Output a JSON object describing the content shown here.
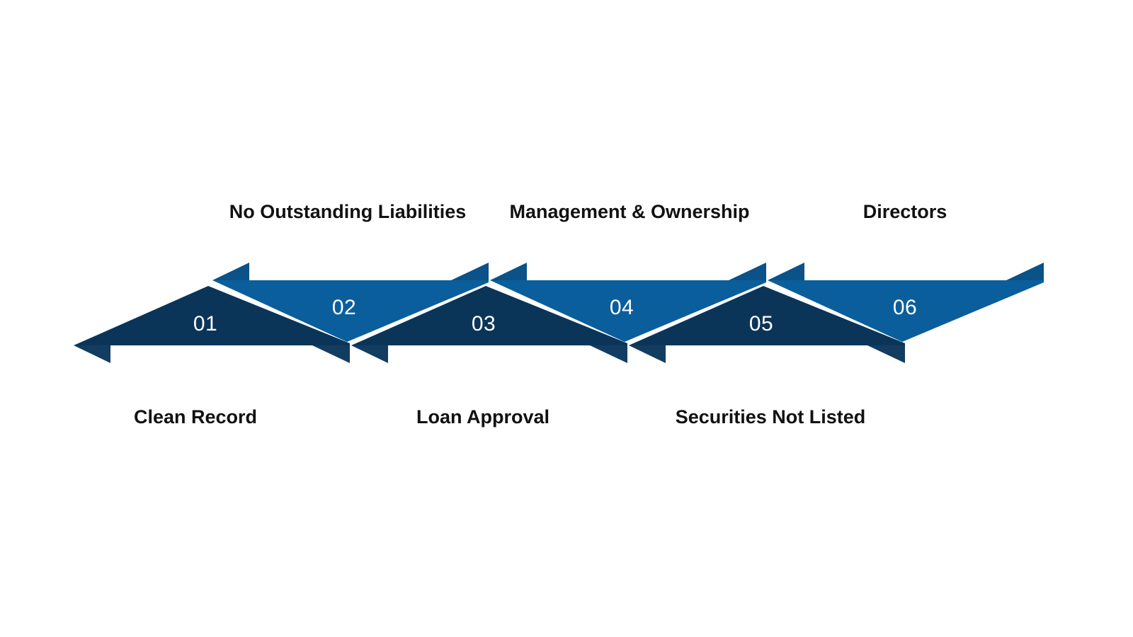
{
  "diagram": {
    "title": "Six step chevron arrow process diagram",
    "type": "zigzag-arrow-process",
    "colors": {
      "dark_arrow": "#0B3558",
      "dark_arrow_barb": "#123D61",
      "light_arrow": "#0B5E9C",
      "light_arrow_barb": "#0A5287",
      "number_text": "#FFFFFF",
      "caption_text": "#111111",
      "background": "#FFFFFF"
    },
    "steps": [
      {
        "number": "01",
        "caption": "Clean Record",
        "direction": "left",
        "row": "bottom",
        "tone": "dark"
      },
      {
        "number": "02",
        "caption": "No Outstanding Liabilities",
        "direction": "right",
        "row": "top",
        "tone": "light"
      },
      {
        "number": "03",
        "caption": "Loan Approval",
        "direction": "left",
        "row": "bottom",
        "tone": "dark"
      },
      {
        "number": "04",
        "caption": "Management & Ownership",
        "direction": "right",
        "row": "top",
        "tone": "light"
      },
      {
        "number": "05",
        "caption": "Securities Not Listed",
        "direction": "left",
        "row": "bottom",
        "tone": "dark"
      },
      {
        "number": "06",
        "caption": "Directors",
        "direction": "right",
        "row": "top",
        "tone": "light"
      }
    ]
  }
}
